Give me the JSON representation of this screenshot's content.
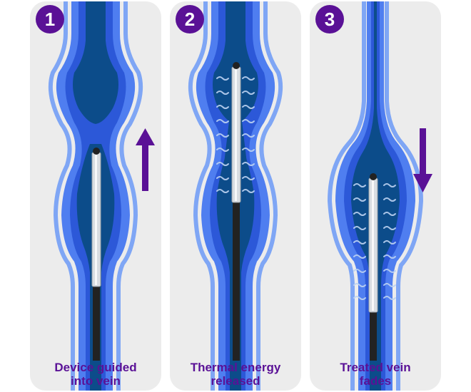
{
  "colors": {
    "panel_bg": "#ececec",
    "vein_outer": "#4f7ef0",
    "vein_light": "#7fa6f5",
    "vein_mid": "#2c58d8",
    "vein_dark": "#0c4c8a",
    "accent_purple": "#5a1196",
    "catheter_silver": "#d8dde2",
    "catheter_dark": "#222222"
  },
  "steps": [
    {
      "number": "1",
      "caption_line1": "Device guided",
      "caption_line2": "into vein",
      "arrow": "arrow-up-icon"
    },
    {
      "number": "2",
      "caption_line1": "Thermal energy",
      "caption_line2": "released",
      "arrow": ""
    },
    {
      "number": "3",
      "caption_line1": "Treated vein",
      "caption_line2": "fades",
      "arrow": "arrow-down-icon"
    }
  ]
}
